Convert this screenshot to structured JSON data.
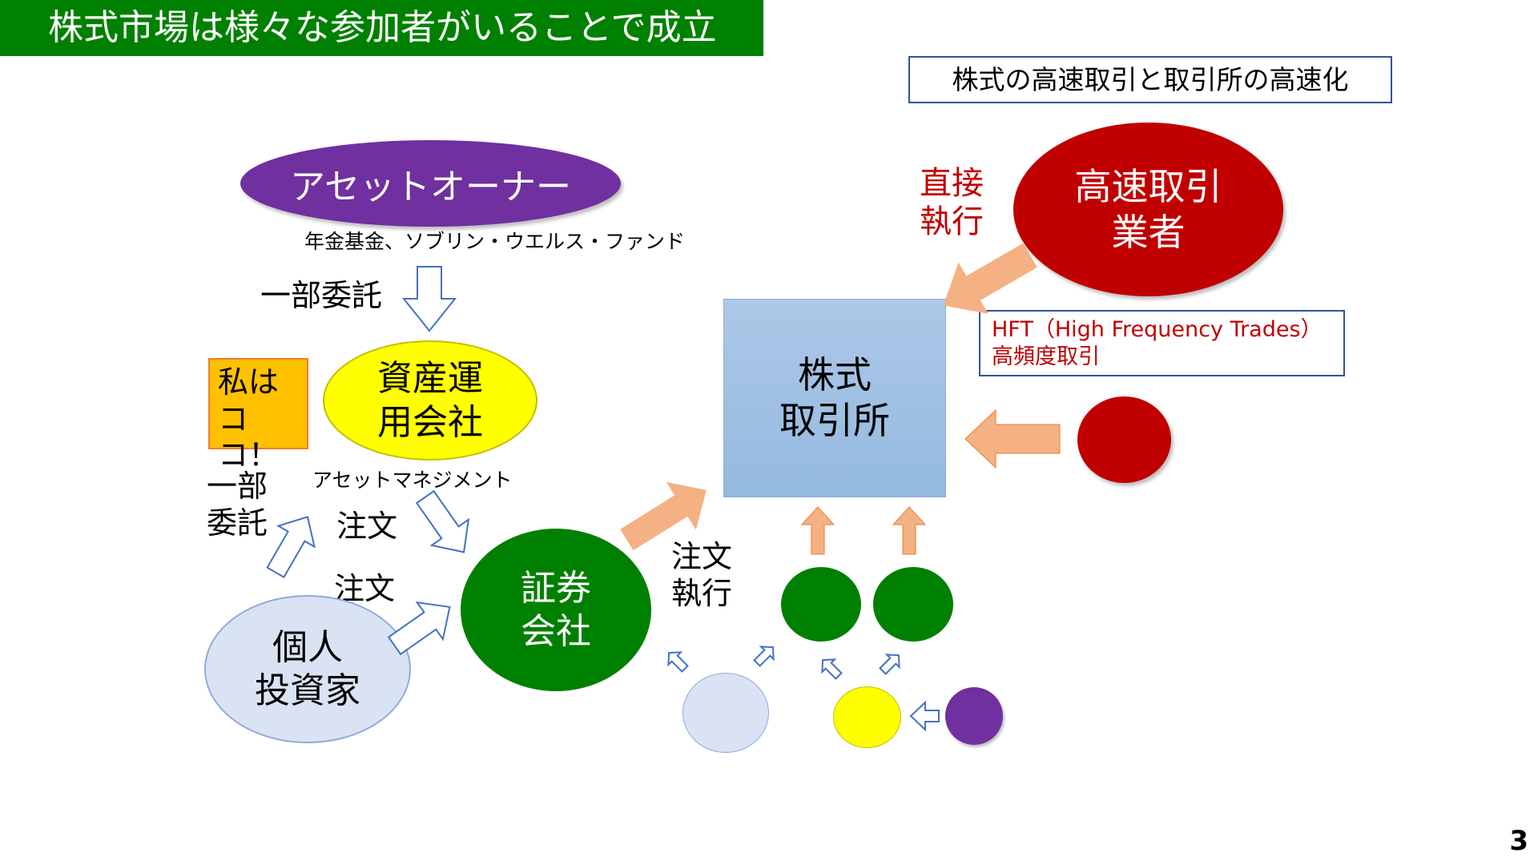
{
  "title": "株式市場は様々な参加者がいることで成立",
  "subtitle": "株式の高速取引と取引所の高速化",
  "nodes": {
    "asset_owner": "アセットオーナー",
    "asset_owner_examples": "年金基金、ソブリン・ウエルス・ファンド",
    "asset_manager": "資産運\n用会社",
    "securities_company": "証券\n会社",
    "individual_investor": "個人\n投資家",
    "exchange": "株式\n取引所",
    "hft_firm": "高速取引\n業者"
  },
  "labels": {
    "partial_delegation_top": "一部委託",
    "me_here": "私は\nココ！",
    "partial_delegation_left": "一部\n委託",
    "asset_management": "アセットマネジメント",
    "order_upper": "注文",
    "order_lower": "注文",
    "order_execution": "注文\n執行",
    "direct_execution": "直接\n執行"
  },
  "hft_box": {
    "line1": "HFT（High Frequency Trades）",
    "line2": "高頻度取引"
  },
  "page_number": "3",
  "colors": {
    "title_bar": "#008000",
    "asset_owner": "#7030a0",
    "asset_manager": "#ffff00",
    "securities": "#008000",
    "individual": "#dae3f3",
    "exchange": "#9dc3e6",
    "hft": "#c00000",
    "arrow_fill": "#f4b183",
    "direct_label": "#c00000"
  }
}
